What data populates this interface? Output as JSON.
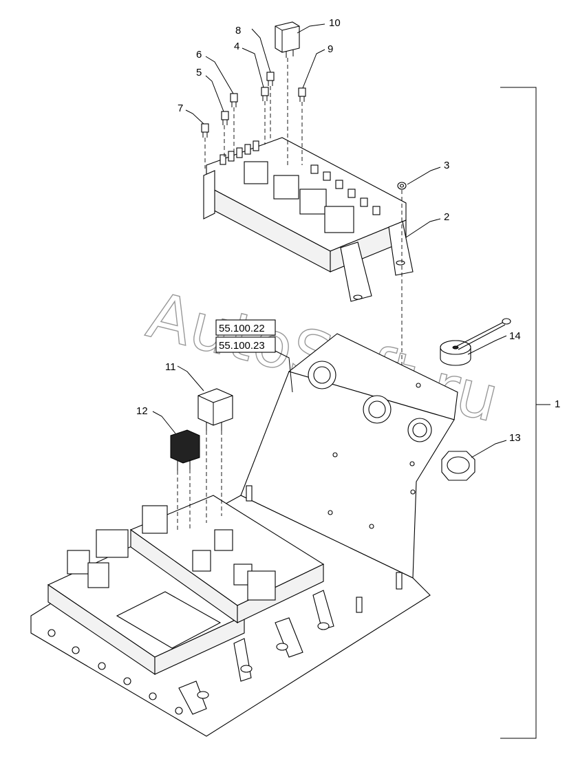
{
  "diagram": {
    "callouts": [
      "1",
      "2",
      "3",
      "4",
      "5",
      "6",
      "7",
      "8",
      "9",
      "10",
      "11",
      "12",
      "13",
      "14"
    ],
    "references": [
      "55.100.22",
      "55.100.23"
    ],
    "watermark": "AutoSoft.ru"
  }
}
